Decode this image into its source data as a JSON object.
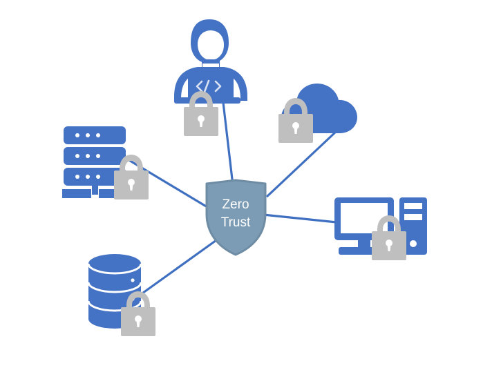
{
  "diagram": {
    "title": "Zero Trust network diagram",
    "background_color": "#ffffff",
    "colors": {
      "accent_blue": "#4472C4",
      "lock_gray": "#BFBFBF",
      "shield_fill": "#7C9CB5",
      "shield_stroke": "#6E8CA3",
      "connector_blue": "#3F6FC0",
      "screen_white": "#FFFFFF",
      "label_text": "#FFFFFF"
    },
    "center": {
      "name": "shield",
      "label_line_1": "Zero",
      "label_line_2": "Trust"
    },
    "nodes": [
      {
        "id": "developer",
        "label": "Developer with laptop",
        "icon": "person-laptop-icon",
        "laptop_screen_text": "</>",
        "locked": true,
        "lock_icon": "padlock-icon"
      },
      {
        "id": "cloud",
        "label": "Cloud",
        "icon": "cloud-icon",
        "locked": true,
        "lock_icon": "padlock-icon"
      },
      {
        "id": "server",
        "label": "Server rack",
        "icon": "server-rack-icon",
        "locked": true,
        "lock_icon": "padlock-icon"
      },
      {
        "id": "workstation",
        "label": "Desktop computer",
        "icon": "desktop-computer-icon",
        "locked": true,
        "lock_icon": "padlock-icon"
      },
      {
        "id": "database",
        "label": "Database",
        "icon": "database-cylinder-icon",
        "locked": true,
        "lock_icon": "padlock-icon"
      }
    ],
    "connections": [
      {
        "from": "developer",
        "to": "shield"
      },
      {
        "from": "cloud",
        "to": "shield"
      },
      {
        "from": "server",
        "to": "shield"
      },
      {
        "from": "workstation",
        "to": "shield"
      },
      {
        "from": "database",
        "to": "shield"
      }
    ]
  }
}
